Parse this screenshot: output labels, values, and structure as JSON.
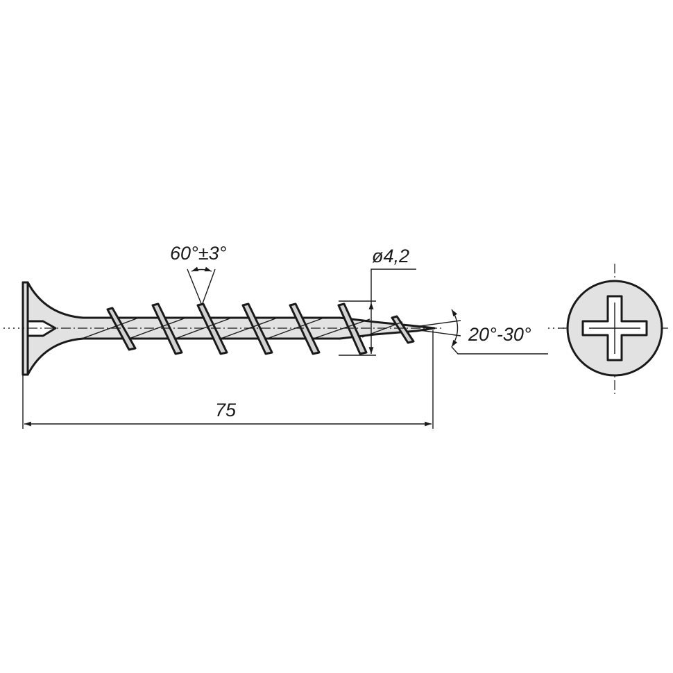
{
  "dimensions": {
    "thread_angle": "60°±3°",
    "diameter": "ø4,2",
    "tip_angle": "20°-30°",
    "length": "75"
  },
  "colors": {
    "fill": "#e2e2e2",
    "line": "#1a1a1a",
    "background": "#ffffff"
  },
  "icons": {
    "head_recess": "phillips-cross-icon"
  }
}
